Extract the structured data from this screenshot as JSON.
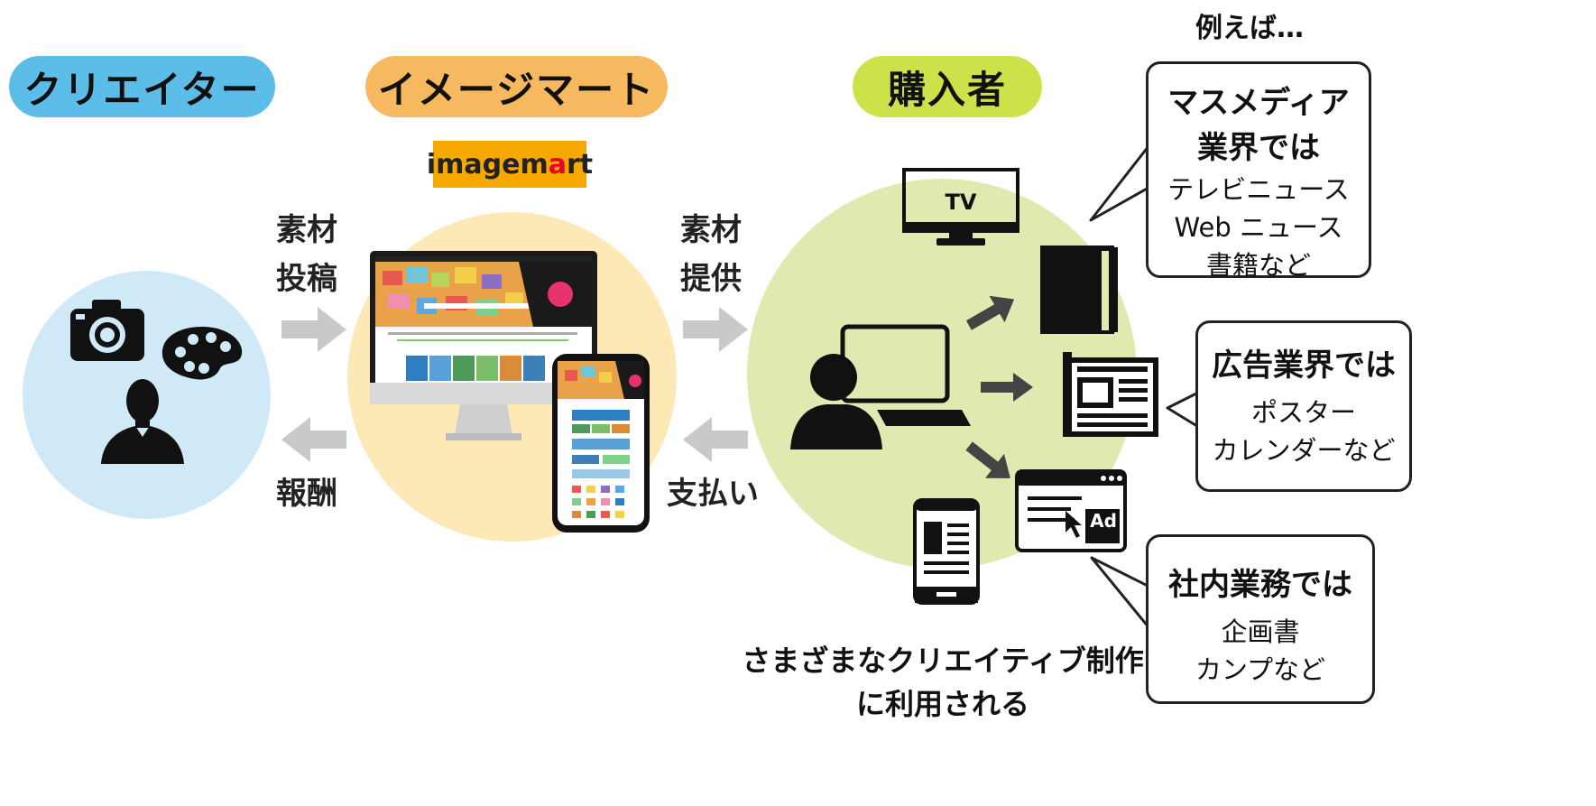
{
  "headers": {
    "creator": "クリエイター",
    "imagemart": "イメージマート",
    "buyer": "購入者"
  },
  "colors": {
    "creator_pill": "#5bbde8",
    "creator_circle": "#cfe9f7",
    "imagemart_pill": "#f7b95f",
    "imagemart_circle": "#fde9b6",
    "buyer_pill": "#cfe14a",
    "buyer_circle": "#dfeab0",
    "logo_bg": "#f5a800",
    "arrow_gray": "#c9c9c9"
  },
  "logo": {
    "text_main": "imagem",
    "text_accent": "a",
    "text_end": "rt"
  },
  "flows": {
    "upload": [
      "素材",
      "投稿"
    ],
    "reward": "報酬",
    "provide": [
      "素材",
      "提供"
    ],
    "payment": "支払い"
  },
  "tv_label": "TV",
  "ad_label": "Ad",
  "caption": [
    "さまざまなクリエイティブ制作",
    "に利用される"
  ],
  "example_header": "例えば…",
  "bubbles": [
    {
      "title": [
        "マスメディア",
        "業界では"
      ],
      "lines": [
        "テレビニュース",
        "Web ニュース",
        "書籍など"
      ]
    },
    {
      "title": [
        "広告業界では"
      ],
      "lines": [
        "ポスター",
        "カレンダーなど"
      ]
    },
    {
      "title": [
        "社内業務では"
      ],
      "lines": [
        "企画書",
        "カンプなど"
      ]
    }
  ],
  "icons": [
    "camera-icon",
    "palette-icon",
    "person-icon",
    "computer-user-icon",
    "tv-icon",
    "book-icon",
    "newspaper-icon",
    "web-ad-icon",
    "tablet-icon",
    "desktop-monitor-icon",
    "smartphone-icon"
  ]
}
